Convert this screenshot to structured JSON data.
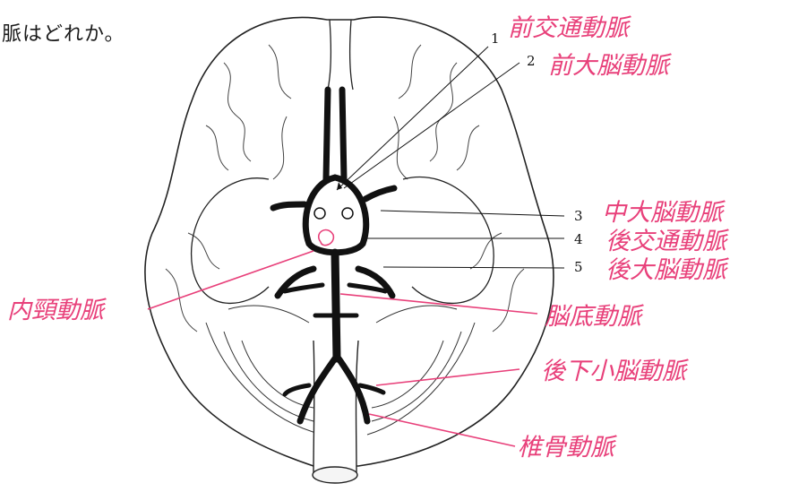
{
  "question_fragment": "脈はどれか。",
  "numbers": [
    "1",
    "2",
    "3",
    "4",
    "5"
  ],
  "handwritten_labels": {
    "acom": "前交通動脈",
    "aca": "前大脳動脈",
    "mca": "中大脳動脈",
    "pcom": "後交通動脈",
    "pca": "後大脳動脈",
    "ica": "内頸動脈",
    "basilar": "脳底動脈",
    "pica": "後下小脳動脈",
    "vertebral": "椎骨動脈"
  },
  "colors": {
    "handwriting": "#e8407a",
    "vessels": "#111111",
    "outline": "#222222"
  }
}
